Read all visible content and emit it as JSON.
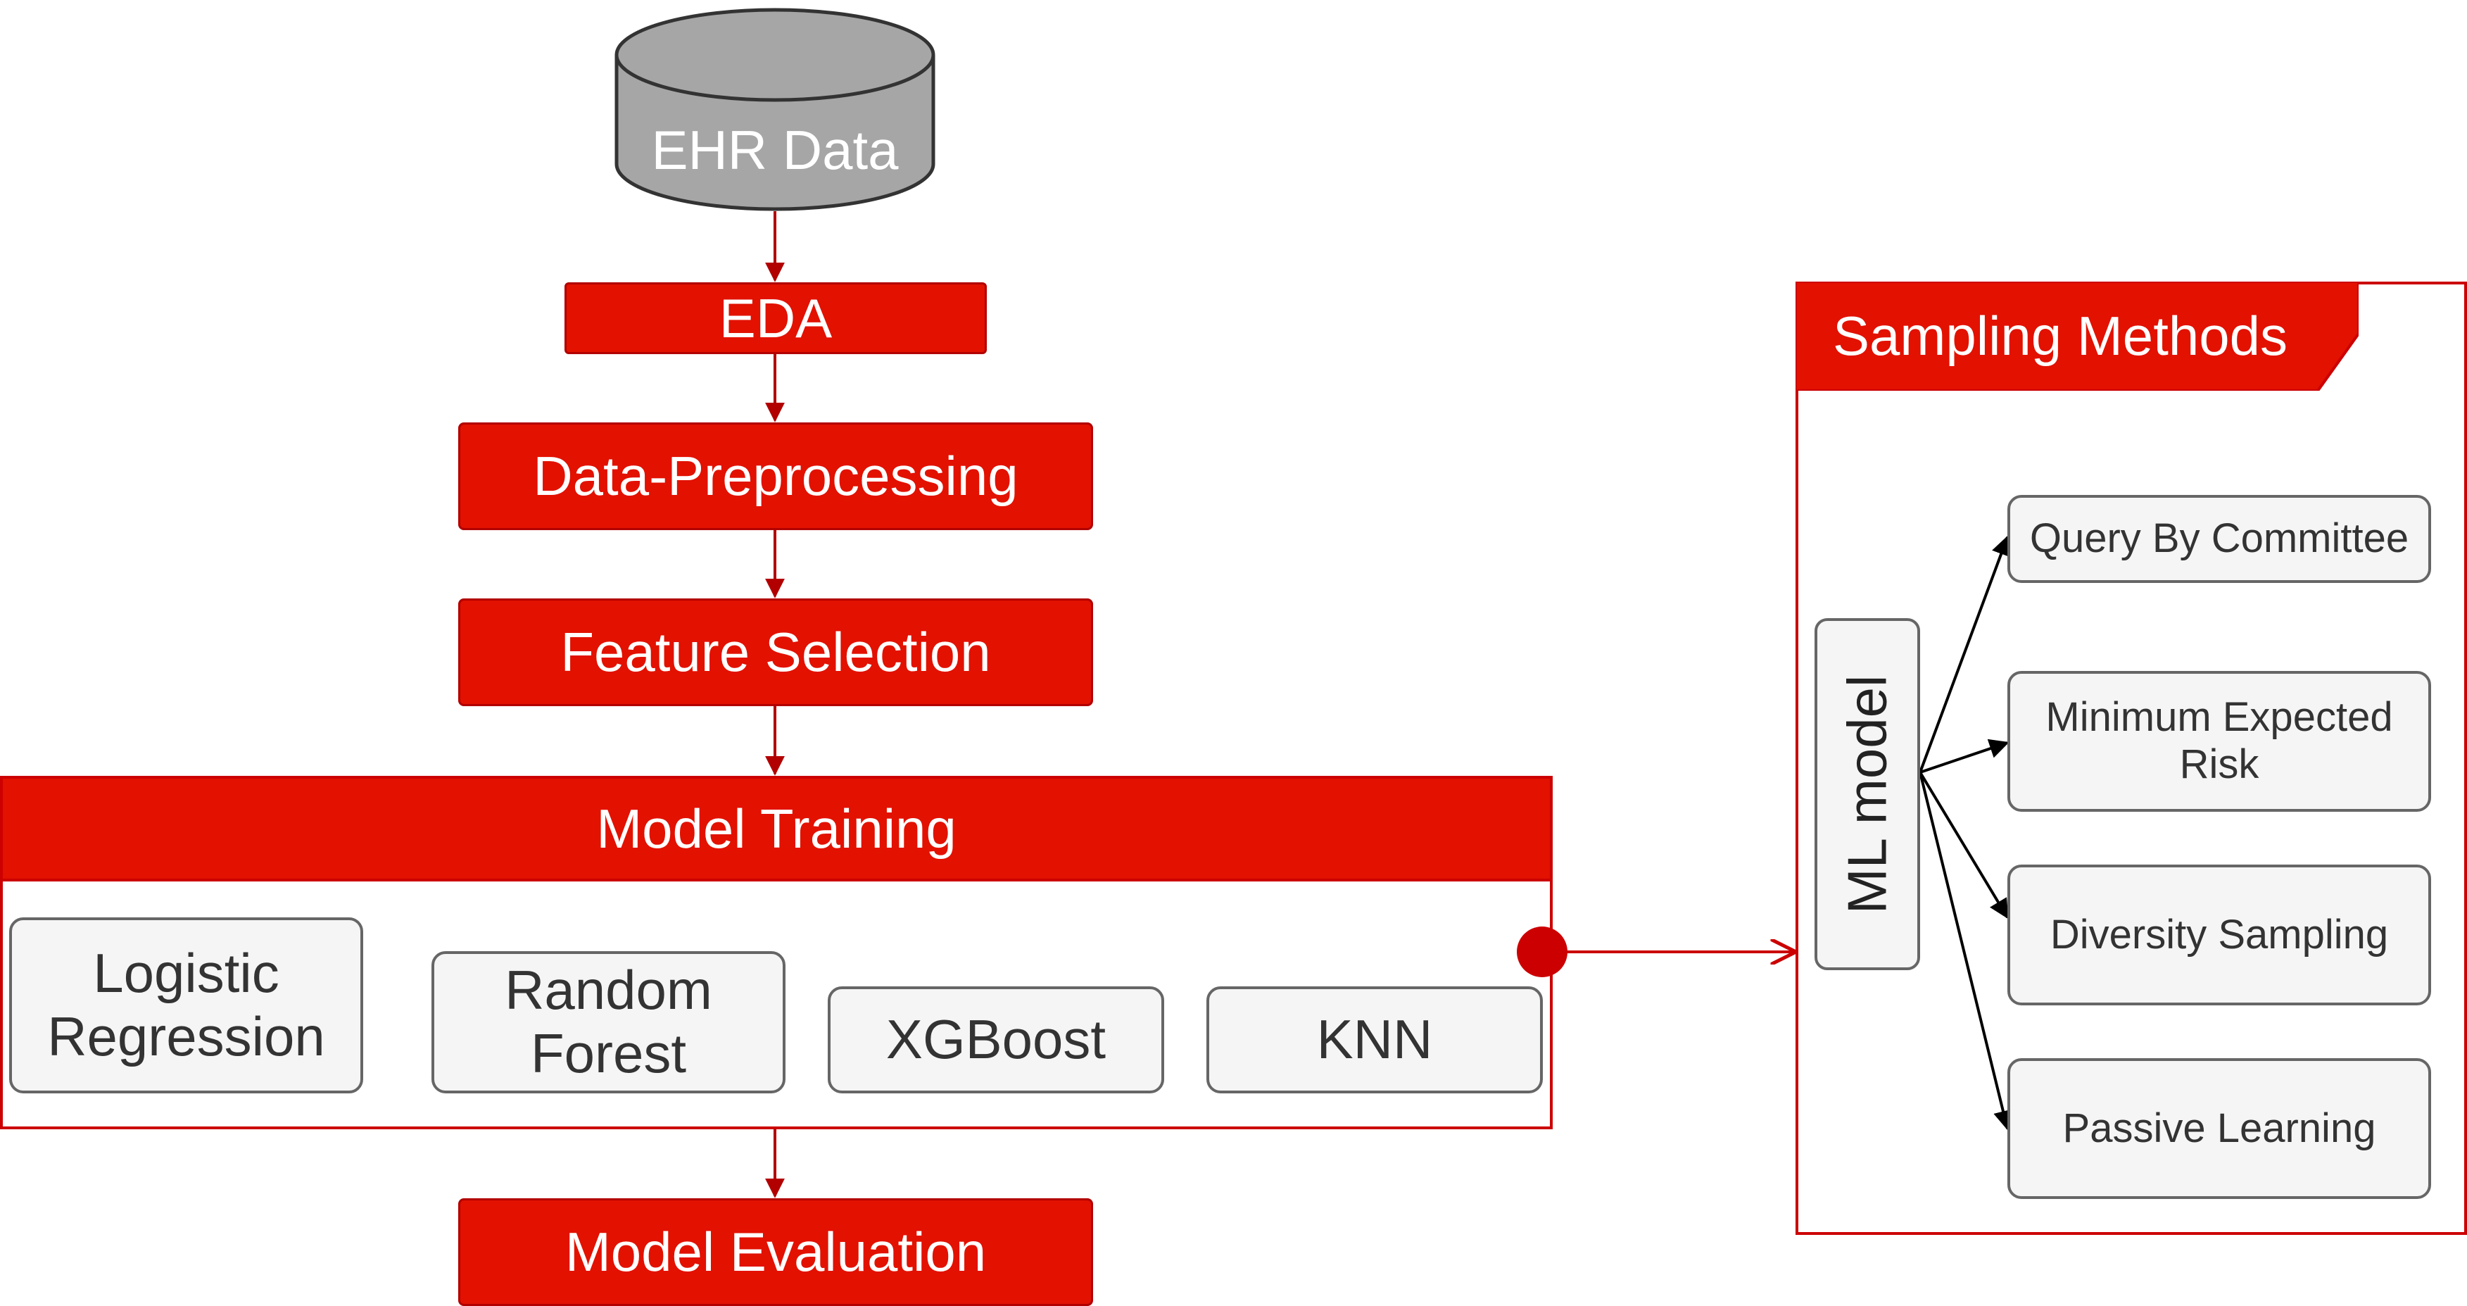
{
  "pipeline": {
    "source": "EHR Data",
    "eda": "EDA",
    "preprocessing": "Data-Preprocessing",
    "feature_selection": "Feature Selection",
    "evaluation": "Model Evaluation"
  },
  "training": {
    "title": "Model Training",
    "models": [
      {
        "label": "Logistic\nRegression"
      },
      {
        "label": "Random\nForest"
      },
      {
        "label": "XGBoost"
      },
      {
        "label": "KNN"
      }
    ]
  },
  "sampling": {
    "title": "Sampling Methods",
    "ml_model": "ML model",
    "methods": [
      {
        "label": "Query By Committee"
      },
      {
        "label": "Minimum Expected\nRisk"
      },
      {
        "label": "Diversity Sampling"
      },
      {
        "label": "Passive Learning"
      }
    ]
  },
  "colors": {
    "accent_red": "#e21100",
    "border_red": "#b20000",
    "node_gray": "#a6a6a6",
    "box_fill": "#f5f5f5",
    "box_border": "#666666"
  }
}
